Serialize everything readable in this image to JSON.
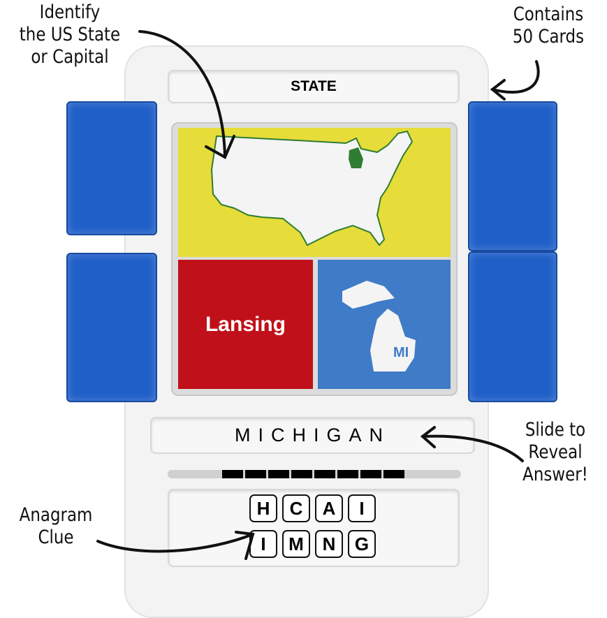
{
  "annotations": {
    "identify": [
      "Identify",
      "the US State",
      "or Capital"
    ],
    "contains": [
      "Contains",
      "50 Cards"
    ],
    "slide": [
      "Slide to",
      "Reveal",
      "Answer!"
    ],
    "anagram": [
      "Anagram",
      "Clue"
    ]
  },
  "device": {
    "mode_label": "STATE",
    "capital": "Lansing",
    "state_abbrev": "MI",
    "answer": "MICHIGAN",
    "anagram_rows": [
      [
        "H",
        "C",
        "A",
        "I"
      ],
      [
        "I",
        "M",
        "N",
        "G"
      ]
    ],
    "answer_segments": 8
  },
  "colors": {
    "yellow": "#e6dc3a",
    "red": "#c0111a",
    "blue": "#3f7bc6",
    "flap": "#1f5fc8",
    "highlight": "#2e7d32"
  }
}
